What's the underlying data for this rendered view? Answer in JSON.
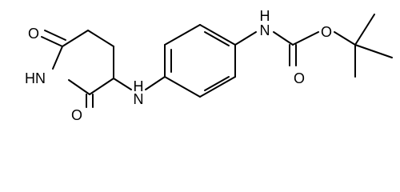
{
  "atoms": {
    "ketone_o_top": "O",
    "ketone_o_bottom": "O",
    "imide_nh": "HN",
    "amine_nh": "H",
    "amine_n": "N",
    "carbamate_nh": "H",
    "carbamate_n": "N",
    "carbonyl_o": "O",
    "ester_o": "O"
  },
  "colors": {
    "bond": "#000000",
    "label": "#000000",
    "background": "#ffffff"
  }
}
